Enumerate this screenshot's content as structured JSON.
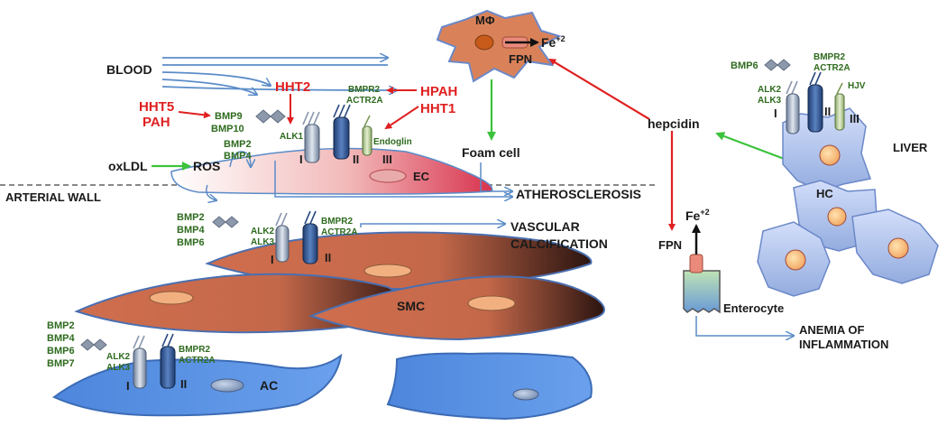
{
  "labels": {
    "blood": "BLOOD",
    "hht5": "HHT5",
    "pah": "PAH",
    "hht2": "HHT2",
    "hpah": "HPAH",
    "hht1": "HHT1",
    "bmp9": "BMP9",
    "bmp10": "BMP10",
    "alk1": "ALK1",
    "bmpr2_ec": "BMPR2",
    "actr2a_ec": "ACTR2A",
    "endoglin": "Endoglin",
    "ec_roman1": "I",
    "ec_roman2": "II",
    "ec_roman3": "III",
    "ec_bmp2": "BMP2",
    "ec_bmp4": "BMP4",
    "oxldl": "oxLDL",
    "ros": "ROS",
    "ec": "EC",
    "arterial_wall": "ARTERIAL WALL",
    "macrophage": "MΦ",
    "fe_top": "Fe",
    "fe_top_sup": "+2",
    "fpn_top": "FPN",
    "foam_cell": "Foam cell",
    "atherosclerosis": "ATHEROSCLEROSIS",
    "smc_bmp2": "BMP2",
    "smc_bmp4": "BMP4",
    "smc_bmp6": "BMP6",
    "smc_alk2": "ALK2",
    "smc_alk3": "ALK3",
    "smc_bmpr2": "BMPR2",
    "smc_actr2a": "ACTR2A",
    "smc_roman1": "I",
    "smc_roman2": "II",
    "vascular": "VASCULAR",
    "calcification": "CALCIFICATION",
    "smc": "SMC",
    "ac_bmp2": "BMP2",
    "ac_bmp4": "BMP4",
    "ac_bmp6": "BMP6",
    "ac_bmp7": "BMP7",
    "ac_alk2": "ALK2",
    "ac_alk3": "ALK3",
    "ac_bmpr2": "BMPR2",
    "ac_actr2a": "ACTR2A",
    "ac_roman1": "I",
    "ac_roman2": "II",
    "ac": "AC",
    "hepcidin": "hepcidin",
    "liver": "LIVER",
    "hc": "HC",
    "liver_bmp6": "BMP6",
    "liver_bmpr2": "BMPR2",
    "liver_actr2a": "ACTR2A",
    "liver_alk2": "ALK2",
    "liver_alk3": "ALK3",
    "hjv": "HJV",
    "liver_roman1": "I",
    "liver_roman2": "II",
    "liver_roman3": "III",
    "fe_ent": "Fe",
    "fe_ent_sup": "+2",
    "fpn_ent": "FPN",
    "enterocyte": "Enterocyte",
    "anemia": "ANEMIA OF",
    "inflammation": "INFLAMMATION"
  },
  "colors": {
    "red_arrow": "#e02020",
    "green_arrow": "#3cc23c",
    "blue_arrow": "#5b8cc8",
    "green_text": "#2e6b1e",
    "smc_fill": "#c8694a",
    "ac_fill": "#5b8fe0",
    "hc_fill": "#b8c8f0",
    "macrophage_fill": "#d9825a"
  }
}
